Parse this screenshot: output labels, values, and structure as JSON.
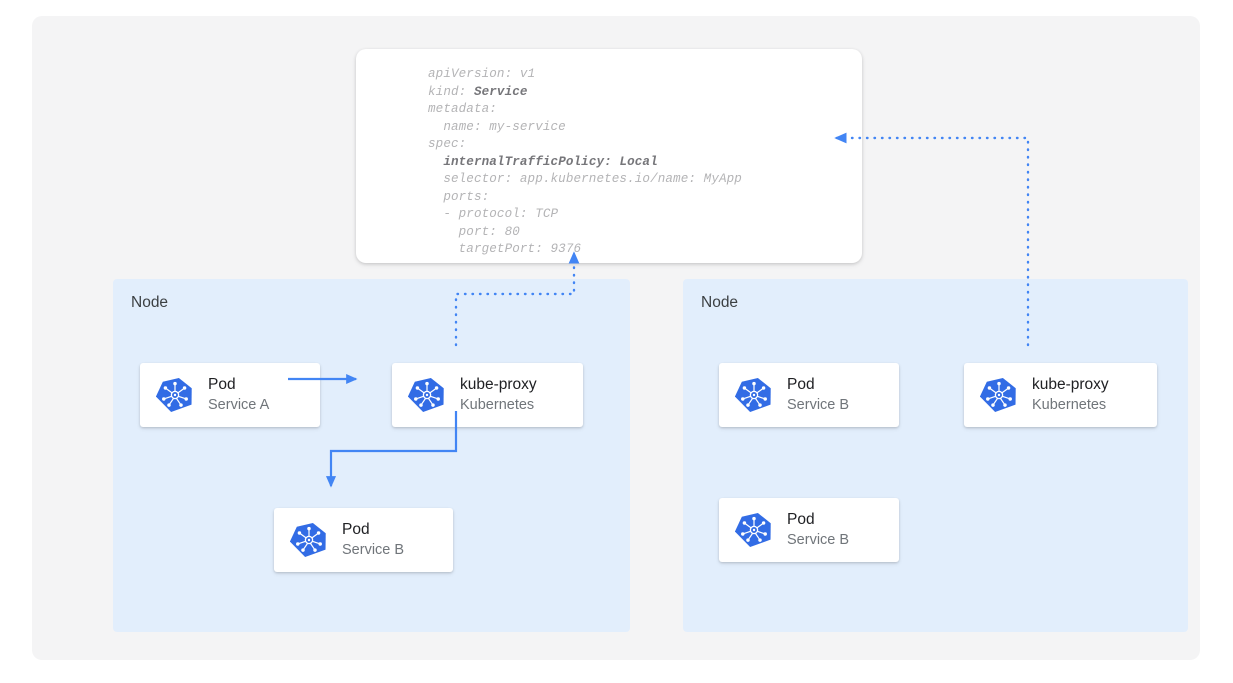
{
  "canvas": {
    "background": "#f4f4f5",
    "page_background": "#ffffff"
  },
  "colors": {
    "accent_blue": "#4285f4",
    "node_panel": "#e2eefc",
    "card_white": "#ffffff",
    "text_primary": "#202124",
    "text_secondary": "#70757a",
    "yaml_text": "#b4b4b6",
    "yaml_bold": "#76767a"
  },
  "yaml": {
    "title": "service-manifest",
    "lines": [
      {
        "text": "apiVersion: v1",
        "bold": ""
      },
      {
        "text": "kind: ",
        "bold": "Service"
      },
      {
        "text": "metadata:",
        "bold": ""
      },
      {
        "text": "  name: my-service",
        "bold": ""
      },
      {
        "text": "spec:",
        "bold": ""
      },
      {
        "text": "  ",
        "bold": "internalTrafficPolicy: Local"
      },
      {
        "text": "  selector: app.kubernetes.io/name: MyApp",
        "bold": ""
      },
      {
        "text": "  ports:",
        "bold": ""
      },
      {
        "text": "  - protocol: TCP",
        "bold": ""
      },
      {
        "text": "    port: 80",
        "bold": ""
      },
      {
        "text": "    targetPort: 9376",
        "bold": ""
      }
    ],
    "full_text": "apiVersion: v1\nkind: Service\nmetadata:\n  name: my-service\nspec:\n  internalTrafficPolicy: Local\n  selector: app.kubernetes.io/name: MyApp\n  ports:\n  - protocol: TCP\n    port: 80\n    targetPort: 9376"
  },
  "nodes": [
    {
      "id": "node-left",
      "label": "Node",
      "cards": [
        {
          "id": "pod-a",
          "title": "Pod",
          "subtitle": "Service A",
          "icon": "kubernetes-icon"
        },
        {
          "id": "kubeproxy-l",
          "title": "kube-proxy",
          "subtitle": "Kubernetes",
          "icon": "kubernetes-icon"
        },
        {
          "id": "pod-b-left",
          "title": "Pod",
          "subtitle": "Service B",
          "icon": "kubernetes-icon"
        }
      ]
    },
    {
      "id": "node-right",
      "label": "Node",
      "cards": [
        {
          "id": "pod-b1-right",
          "title": "Pod",
          "subtitle": "Service B",
          "icon": "kubernetes-icon"
        },
        {
          "id": "kubeproxy-r",
          "title": "kube-proxy",
          "subtitle": "Kubernetes",
          "icon": "kubernetes-icon"
        },
        {
          "id": "pod-b2-right",
          "title": "Pod",
          "subtitle": "Service B",
          "icon": "kubernetes-icon"
        }
      ]
    }
  ],
  "connectors": [
    {
      "id": "pod-a-to-kubeproxy",
      "style": "solid",
      "from": "pod-a",
      "to": "kubeproxy-l",
      "arrow": "end"
    },
    {
      "id": "kubeproxy-to-pod-b",
      "style": "solid",
      "from": "kubeproxy-l",
      "to": "pod-b-left",
      "arrow": "end"
    },
    {
      "id": "kubeproxy-l-to-manifest",
      "style": "dotted",
      "from": "kubeproxy-l",
      "to": "yaml-card",
      "arrow": "end"
    },
    {
      "id": "kubeproxy-r-to-manifest",
      "style": "dotted",
      "from": "kubeproxy-r",
      "to": "yaml-card",
      "arrow": "end"
    }
  ]
}
